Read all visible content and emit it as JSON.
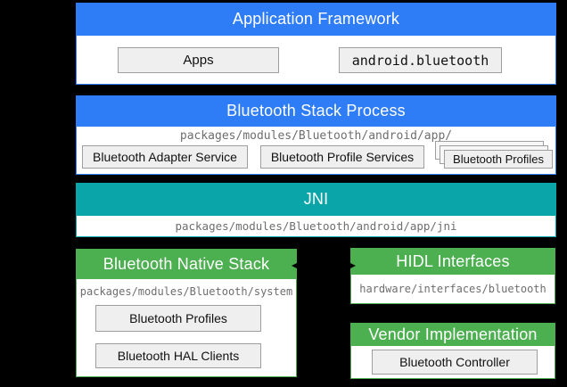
{
  "colors": {
    "background": "#000000",
    "blue": "#2e7cf6",
    "teal": "#0aa5a8",
    "green": "#4caf50",
    "box_fill": "#efefef",
    "box_border": "#9e9e9e",
    "path_text": "#6e6e6e",
    "arrow": "#000000"
  },
  "blocks": {
    "app_framework": {
      "title": "Application Framework",
      "boxes": [
        {
          "label": "Apps"
        },
        {
          "label": "android.bluetooth"
        }
      ]
    },
    "stack_process": {
      "title": "Bluetooth Stack Process",
      "path": "packages/modules/Bluetooth/android/app/",
      "boxes": [
        {
          "label": "Bluetooth Adapter Service"
        },
        {
          "label": "Bluetooth Profile Services"
        }
      ],
      "stacked_box": {
        "label": "Bluetooth Profiles"
      }
    },
    "jni": {
      "title": "JNI",
      "path": "packages/modules/Bluetooth/android/app/jni"
    },
    "native_stack": {
      "title": "Bluetooth Native Stack",
      "path": "packages/modules/Bluetooth/system",
      "boxes": [
        {
          "label": "Bluetooth Profiles"
        },
        {
          "label": "Bluetooth HAL Clients"
        }
      ]
    },
    "hidl": {
      "title": "HIDL Interfaces",
      "path": "hardware/interfaces/bluetooth"
    },
    "vendor": {
      "title": "Vendor Implementation",
      "boxes": [
        {
          "label": "Bluetooth Controller"
        }
      ]
    }
  },
  "connections": {
    "native_stack_hidl": "bidirectional-arrow"
  }
}
